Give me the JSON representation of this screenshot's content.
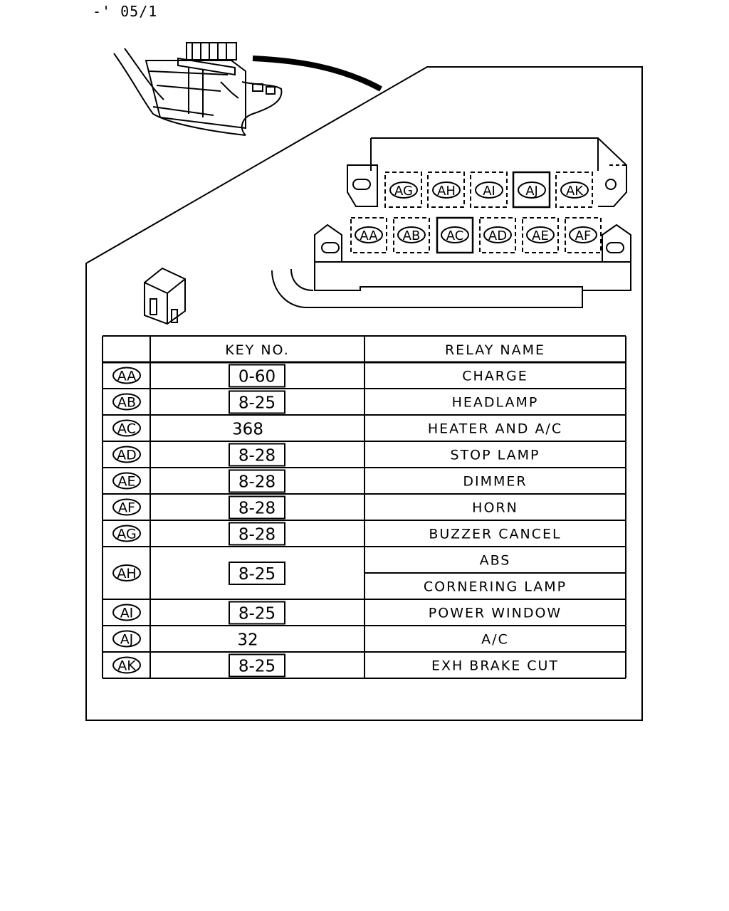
{
  "page_code": "-' 05/1",
  "relay_block": {
    "upper_row": [
      "AG",
      "AH",
      "AI",
      "AJ",
      "AK"
    ],
    "lower_row": [
      "AA",
      "AB",
      "AC",
      "AD",
      "AE",
      "AF"
    ],
    "highlighted": [
      "AJ",
      "AC"
    ]
  },
  "table": {
    "headers": {
      "key_no": "KEY NO.",
      "relay_name": "RELAY NAME"
    },
    "rows": [
      {
        "code": "AA",
        "key": "0-60",
        "boxed": true,
        "names": [
          "CHARGE"
        ]
      },
      {
        "code": "AB",
        "key": "8-25",
        "boxed": true,
        "names": [
          "HEADLAMP"
        ]
      },
      {
        "code": "AC",
        "key": "368",
        "boxed": false,
        "names": [
          "HEATER AND A/C"
        ]
      },
      {
        "code": "AD",
        "key": "8-28",
        "boxed": true,
        "names": [
          "STOP LAMP"
        ]
      },
      {
        "code": "AE",
        "key": "8-28",
        "boxed": true,
        "names": [
          "DIMMER"
        ]
      },
      {
        "code": "AF",
        "key": "8-28",
        "boxed": true,
        "names": [
          "HORN"
        ]
      },
      {
        "code": "AG",
        "key": "8-28",
        "boxed": true,
        "names": [
          "BUZZER CANCEL"
        ]
      },
      {
        "code": "AH",
        "key": "8-25",
        "boxed": true,
        "names": [
          "ABS",
          "CORNERING LAMP"
        ]
      },
      {
        "code": "AI",
        "key": "8-25",
        "boxed": true,
        "names": [
          "POWER WINDOW"
        ]
      },
      {
        "code": "AJ",
        "key": "32",
        "boxed": false,
        "names": [
          "A/C"
        ]
      },
      {
        "code": "AK",
        "key": "8-25",
        "boxed": true,
        "names": [
          "EXH BRAKE CUT"
        ]
      }
    ]
  }
}
